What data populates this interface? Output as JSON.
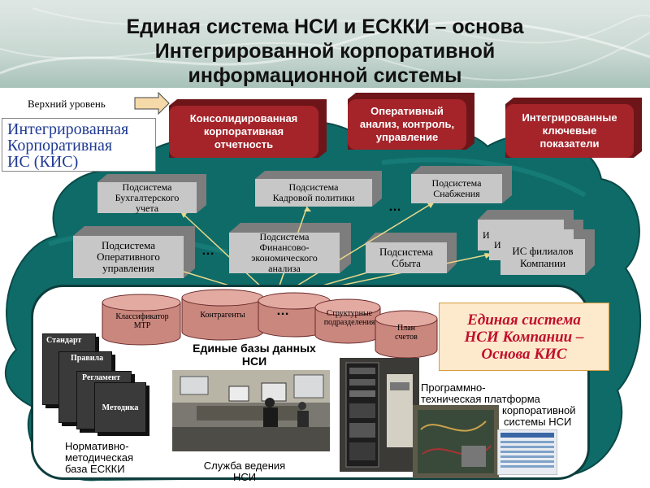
{
  "title": {
    "line1": "Единая система НСИ и ЕСККИ – основа",
    "line2": "Интегрированной корпоративной",
    "line3": "информационной системы"
  },
  "top_level_label": "Верхний уровень",
  "kis": {
    "line1": "Интегрированная",
    "line2": "Корпоративная",
    "line3": "ИС (КИС)"
  },
  "top_boxes": [
    {
      "line1": "Консолидированная",
      "line2": "корпоративная",
      "line3": "отчетность"
    },
    {
      "line1": "Оперативный",
      "line2": "анализ, контроль,",
      "line3": "управление"
    },
    {
      "line1": "Интегрированные",
      "line2": "ключевые",
      "line3": "показатели"
    }
  ],
  "subsystems": {
    "accounting": {
      "line1": "Подсистема",
      "line2": "Бухгалтерского",
      "line3": "учета"
    },
    "hr": {
      "line1": "Подсистема",
      "line2": "Кадровой политики"
    },
    "supply": {
      "line1": "Подсистема",
      "line2": "Снабжения"
    },
    "operational": {
      "line1": "Подсистема",
      "line2": "Оперативного",
      "line3": "управления"
    },
    "finance": {
      "line1": "Подсистема",
      "line2": "Финансово-",
      "line3": "экономического",
      "line4": "анализа"
    },
    "sales": {
      "line1": "Подсистема",
      "line2": "Сбыта"
    },
    "branches_back1": "ИС",
    "branches_back2": "ИС",
    "branches": {
      "line1": "ИС филиалов",
      "line2": "Компании"
    }
  },
  "ellipsis": "…",
  "databases": {
    "mtr": {
      "line1": "Классификатор",
      "line2": "МТР"
    },
    "contractors": "Контрагенты",
    "structural": {
      "line1": "Структурные",
      "line2": "подразделения"
    },
    "accounts": {
      "line1": "План",
      "line2": "счетов"
    },
    "caption_line1": "Единые базы данных",
    "caption_line2": "НСИ"
  },
  "nsi_box": {
    "line1": "Единая система",
    "line2": "НСИ Компании –",
    "line3": "Основа КИС"
  },
  "doc_cards": [
    "Стандарт",
    "Правила",
    "Регламент",
    "Методика"
  ],
  "normative": {
    "line1": "Нормативно-",
    "line2": "методическая",
    "line3": "база ЕСККИ"
  },
  "service": {
    "line1": "Служба ведения",
    "line2": "НСИ"
  },
  "platform": {
    "line1": "Программно-",
    "line2": "техническая платформа",
    "line3": "корпоративной",
    "line4": "системы НСИ"
  },
  "colors": {
    "red_box": "#a4242a",
    "teal_cloud": "#0f6b68",
    "gray_box": "#c7c7c7",
    "nsi_text": "#c0102a",
    "kis_text": "#1f3a93"
  }
}
